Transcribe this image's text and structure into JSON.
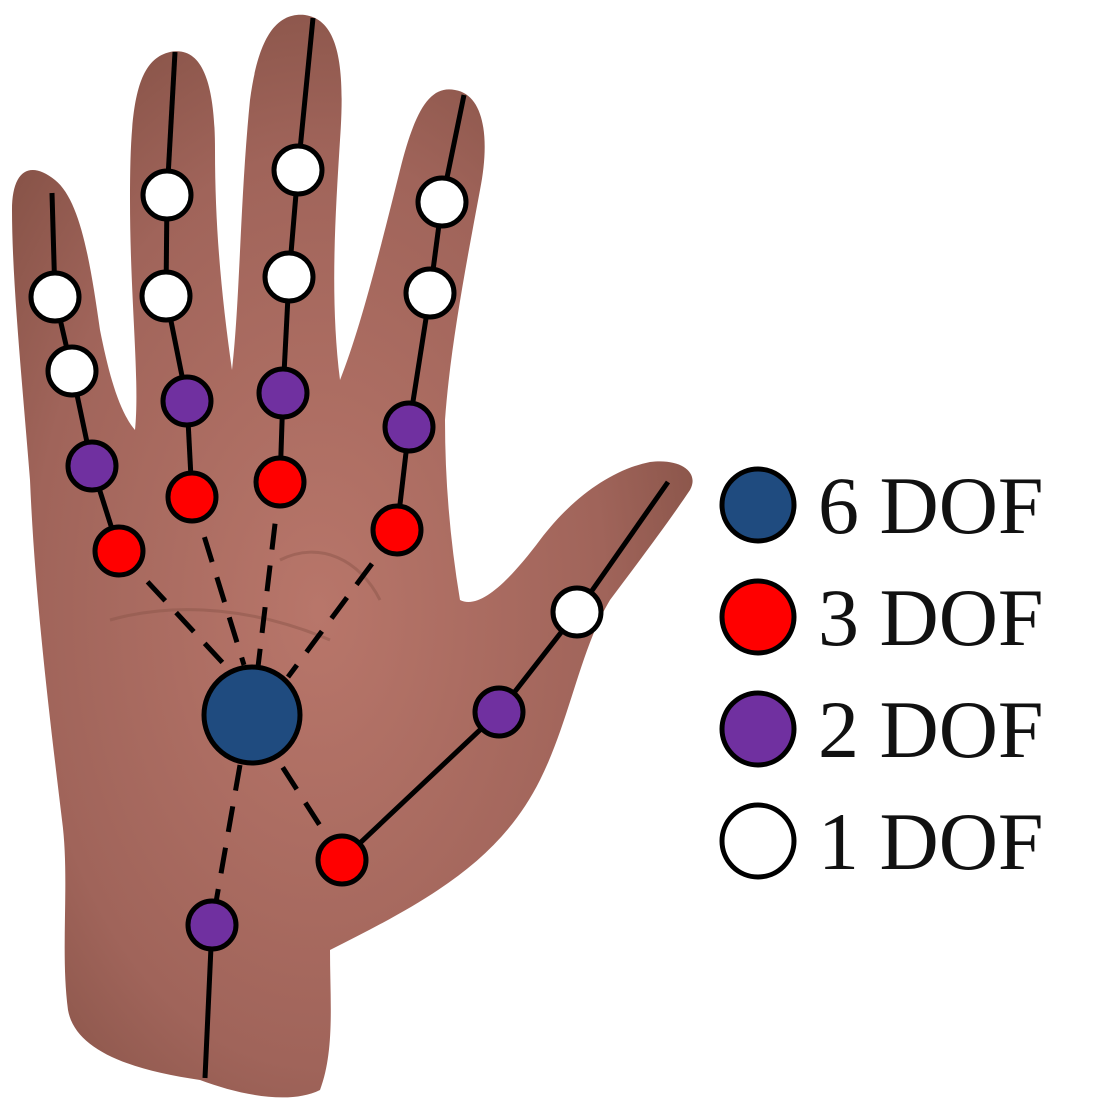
{
  "legend": {
    "items": [
      {
        "dof": 6,
        "label": "6 DOF",
        "color": "#1f4b7f"
      },
      {
        "dof": 3,
        "label": "3 DOF",
        "color": "#ff0000"
      },
      {
        "dof": 2,
        "label": "2 DOF",
        "color": "#7030a0"
      },
      {
        "dof": 1,
        "label": "1 DOF",
        "color": "#ffffff"
      }
    ]
  },
  "colors": {
    "skin": "#a0645a",
    "skin_shadow": "#7a4a3e",
    "outline": "#000000"
  }
}
